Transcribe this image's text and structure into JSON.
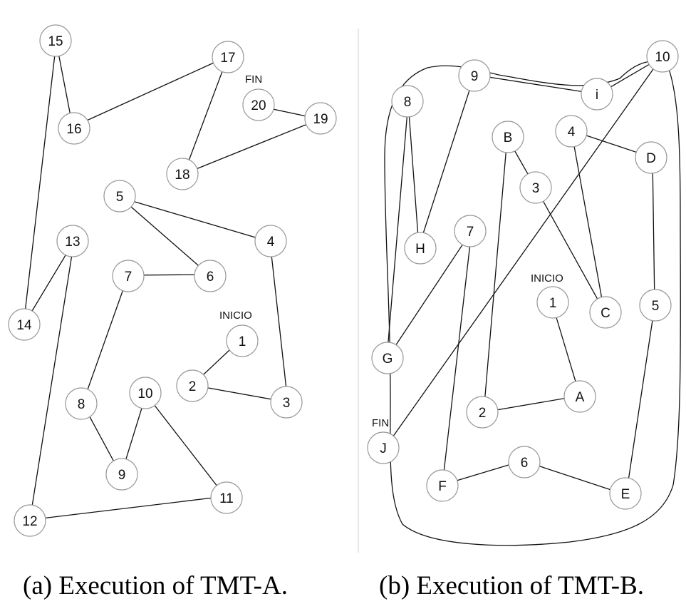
{
  "panels": [
    {
      "id": "a",
      "caption": "(a) Execution of TMT-A.",
      "start_label": "INICIO",
      "end_label": "FIN",
      "nodes": [
        "1",
        "2",
        "3",
        "4",
        "5",
        "6",
        "7",
        "8",
        "9",
        "10",
        "11",
        "12",
        "13",
        "14",
        "15",
        "16",
        "17",
        "18",
        "19",
        "20"
      ]
    },
    {
      "id": "b",
      "caption": "(b) Execution of TMT-B.",
      "start_label": "INICIO",
      "end_label": "FIN",
      "nodes": [
        "1",
        "A",
        "2",
        "B",
        "3",
        "C",
        "4",
        "D",
        "5",
        "E",
        "6",
        "F",
        "7",
        "G",
        "8",
        "H",
        "9",
        "i",
        "10",
        "J"
      ]
    }
  ]
}
